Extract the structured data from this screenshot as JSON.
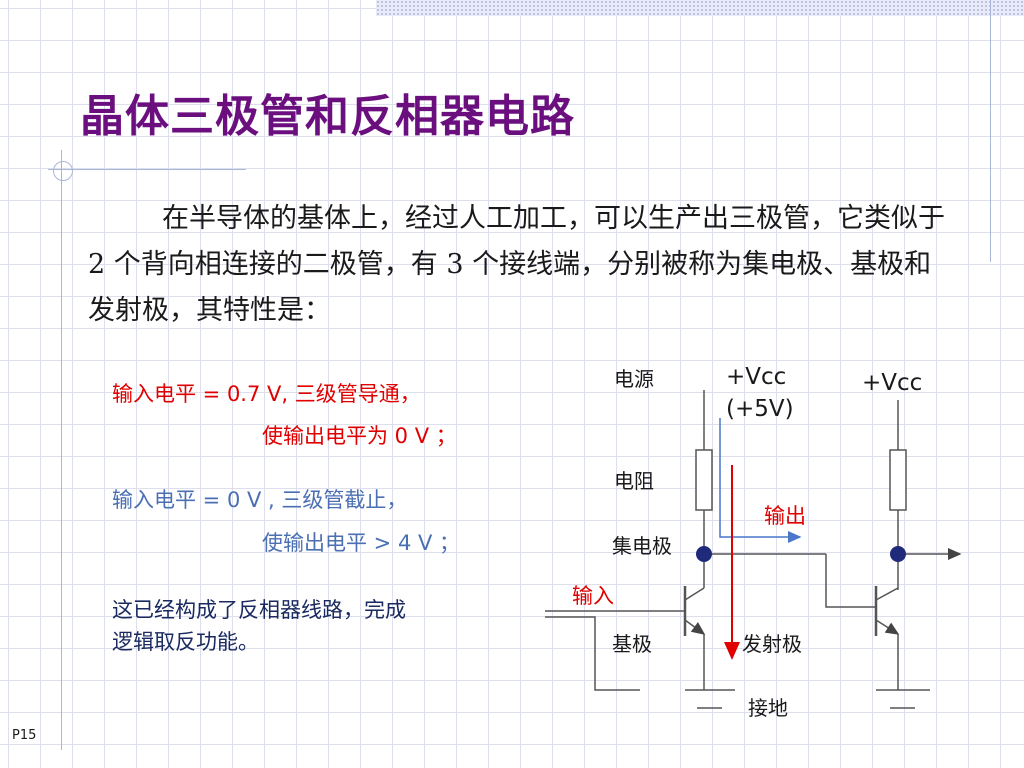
{
  "title": "晶体三极管和反相器电路",
  "intro": "在半导体的基体上，经过人工加工，可以生产出三极管，它类似于 2 个背向相连接的二极管，有 3 个接线端，分别被称为集电极、基极和发射极，其特性是：",
  "conditions": {
    "on_line1": "输入电平 = 0.7 V, 三级管导通，",
    "on_line2": "使输出电平为 0 V ；",
    "off_line1": "输入电平 =  0 V , 三级管截止，",
    "off_line2": "使输出电平  > 4 V ；",
    "summary_line1": "这已经构成了反相器线路，完成",
    "summary_line2": "逻辑取反功能。"
  },
  "diagram": {
    "power_label": "电源",
    "vcc_left_line1": "+Vcc",
    "vcc_left_line2": "(+5V)",
    "vcc_right": "+Vcc",
    "resistor_label": "电阻",
    "output_label": "输出",
    "collector_label": "集电极",
    "input_label": "输入",
    "base_label": "基极",
    "emitter_label": "发射极",
    "ground_label": "接地"
  },
  "page_number": "P15",
  "colors": {
    "title": "#6b0f7f",
    "red": "#e00000",
    "blue_text": "#4a6fb3",
    "navy_text": "#1a2a60",
    "wire": "#555555",
    "arrow_blue": "#4a77c9",
    "node": "#1f2b7a"
  }
}
